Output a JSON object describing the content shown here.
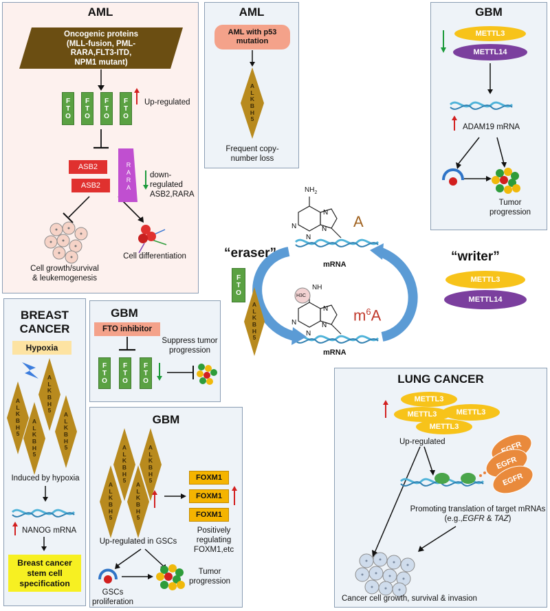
{
  "panels": {
    "aml1": {
      "title": "AML",
      "oncogenic": [
        "Oncogenic proteins",
        "(MLL-fusion, PML-",
        "RARA,FLT3-ITD,",
        "NPM1 mutant)"
      ],
      "upregulated": "Up-regulated",
      "asb2": "ASB2",
      "rara_letters": [
        "R",
        "A",
        "R",
        "A"
      ],
      "downregulated": [
        "down-regulated",
        "ASB2,RARA"
      ],
      "cell_growth": [
        "Cell growth/survival",
        "& leukemogenesis"
      ],
      "cell_diff": "Cell differentiation"
    },
    "aml2": {
      "title": "AML",
      "p53": [
        "AML with p53",
        "mutation"
      ],
      "copy_loss": [
        "Frequent copy-",
        "number loss"
      ]
    },
    "gbm_top": {
      "title": "GBM",
      "mettl3": "METTL3",
      "mettl14": "METTL14",
      "adam19": "ADAM19 mRNA",
      "tumor": [
        "Tumor",
        "progression"
      ]
    },
    "breast": {
      "title": [
        "BREAST",
        "CANCER"
      ],
      "hypoxia": "Hypoxia",
      "induced": "Induced by hypoxia",
      "nanog": "NANOG mRNA",
      "stem": [
        "Breast cancer",
        "stem cell",
        "specification"
      ]
    },
    "gbm_mid": {
      "title": "GBM",
      "inhibitor": "FTO inhibitor",
      "suppress": [
        "Suppress tumor",
        "progression"
      ]
    },
    "gbm_bot": {
      "title": "GBM",
      "foxm1": "FOXM1",
      "upgsc": "Up-regulated in GSCs",
      "positively": [
        "Positively",
        "regulating",
        "FOXM1,etc"
      ],
      "gscs": [
        "GSCs",
        "proliferation"
      ],
      "tumor": [
        "Tumor",
        "progression"
      ]
    },
    "lung": {
      "title": "LUNG CANCER",
      "mettl3": "METTL3",
      "upregulated": "Up-regulated",
      "egfr": "EGFR",
      "promoting": "Promoting translation of target mRNAs",
      "eg_prefix": "(e.g.,",
      "eg_egfr": "EGFR",
      "eg_amp": " & ",
      "eg_taz": "TAZ",
      "eg_suffix": ")",
      "growth": "Cancer cell growth, survival & invasion"
    },
    "center": {
      "nh2": "NH",
      "nh2_sub": "2",
      "a_label": "A",
      "mrna": "mRNA",
      "eraser": "“eraser”",
      "writer": "“writer”",
      "mettl3": "METTL3",
      "mettl14": "METTL14",
      "h3c": "H3C",
      "nh": "NH",
      "m6a_m": "m",
      "m6a_sup": "6",
      "m6a_a": "A"
    }
  },
  "shared": {
    "fto_letters": [
      "F",
      "T",
      "O"
    ],
    "alkbh5_letters": [
      "A",
      "L",
      "K",
      "B",
      "H",
      "5"
    ]
  },
  "colors": {
    "fto_green": "#5aa142",
    "alkbh5_gold": "#b88a1e",
    "mettl3_yellow": "#f7c31a",
    "mettl14_purple": "#7b3f9e",
    "up_arrow_red": "#d21f1f",
    "down_arrow_green": "#1b9a3a",
    "m6a_red": "#c0392b",
    "a_brown": "#a0621f"
  }
}
